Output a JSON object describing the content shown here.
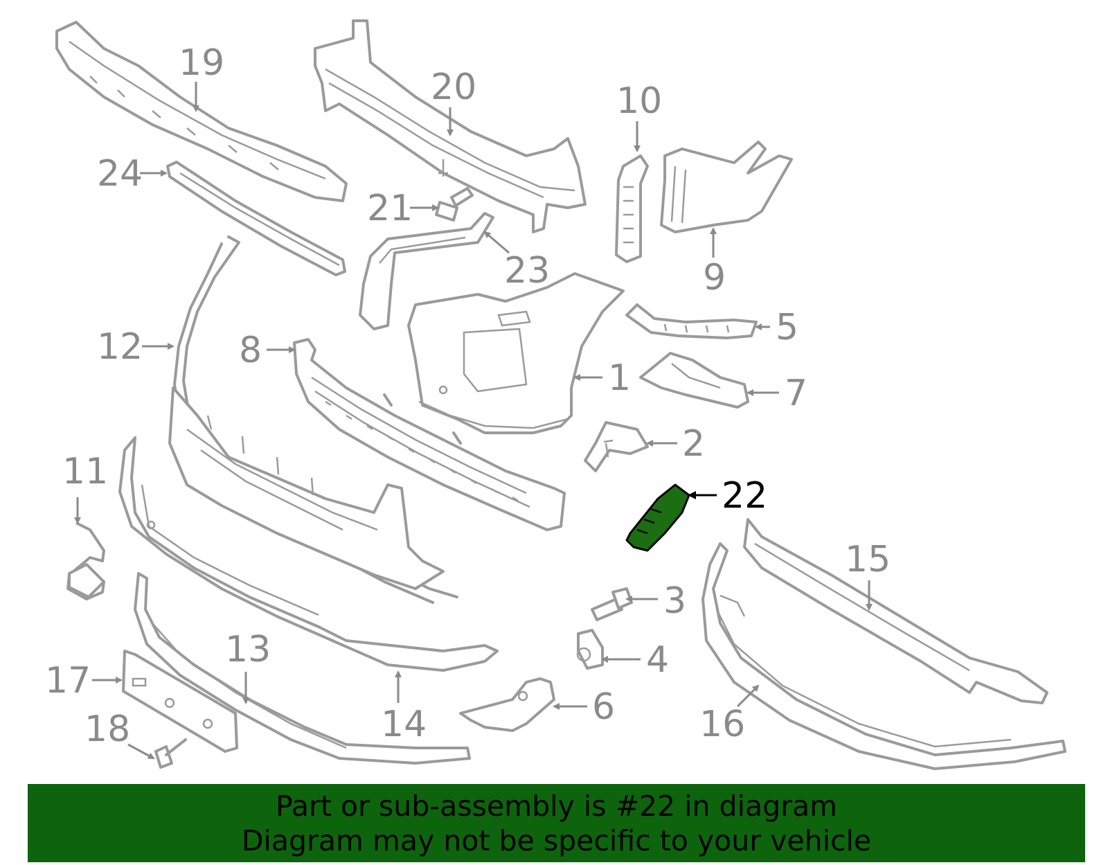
{
  "highlight": {
    "part": "22",
    "color": "#1c6e12"
  },
  "banner": {
    "line1": "Part or sub-assembly is #22 in diagram",
    "line2": "Diagram may not be specific to your vehicle",
    "background": "#0d640d"
  },
  "callouts": {
    "c1": "1",
    "c2": "2",
    "c3": "3",
    "c4": "4",
    "c5": "5",
    "c6": "6",
    "c7": "7",
    "c8": "8",
    "c9": "9",
    "c10": "10",
    "c11": "11",
    "c12": "12",
    "c13": "13",
    "c14": "14",
    "c15": "15",
    "c16": "16",
    "c17": "17",
    "c18": "18",
    "c19": "19",
    "c20": "20",
    "c21": "21",
    "c22": "22",
    "c23": "23",
    "c24": "24"
  }
}
